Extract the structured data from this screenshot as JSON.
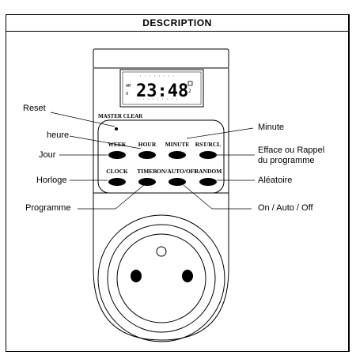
{
  "header": {
    "title": "DESCRIPTION"
  },
  "device": {
    "lcd": {
      "time": "23:48",
      "prefix": "AM",
      "index_left": "0",
      "index_right": "2"
    },
    "master_clear_label": "MASTER CLEAR",
    "buttons_row1": [
      "WEEK",
      "HOUR",
      "MINUTE",
      "RST/RCL"
    ],
    "buttons_row2": [
      "CLOCK",
      "TIMER",
      "ON/AUTO/OFF",
      "RANDOM"
    ]
  },
  "callouts": {
    "left": [
      "Reset",
      "heure",
      "Jour",
      "Horloge",
      "Programme"
    ],
    "right": [
      "Minute",
      "Efface ou Rappel",
      "du programme",
      "Aléatoire",
      "On / Auto / Off"
    ]
  }
}
